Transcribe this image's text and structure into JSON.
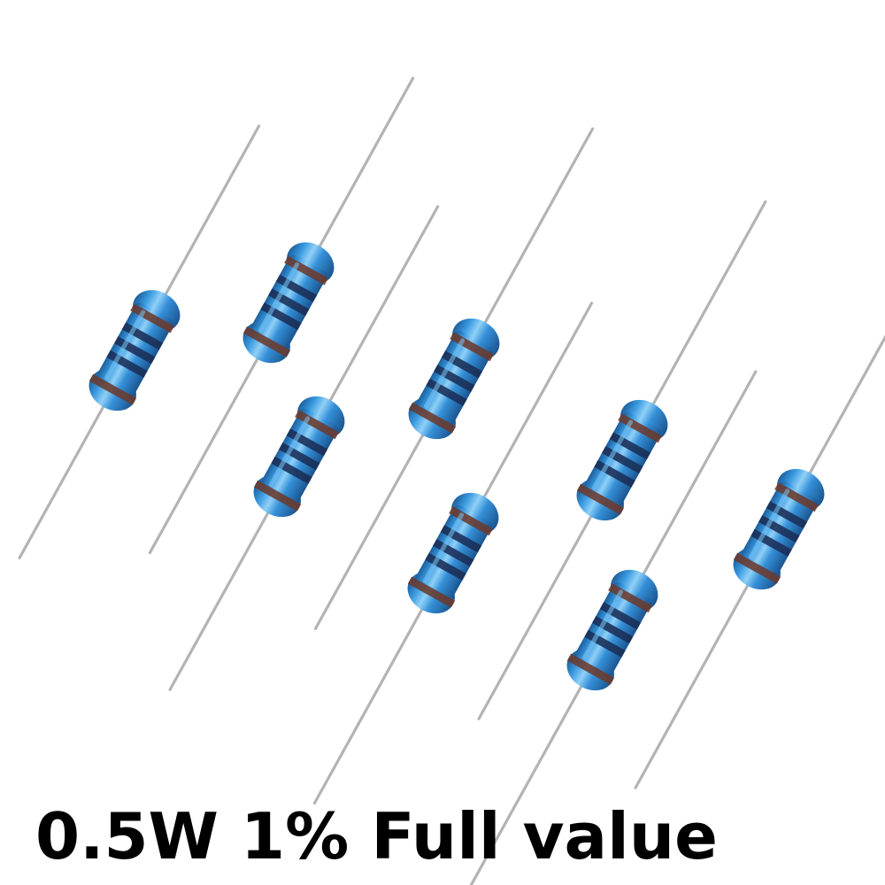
{
  "caption": "0.5W 1% Full value",
  "colors": {
    "background": "#ffffff",
    "body": "#2f8fd6",
    "body_highlight": "#7cc4f2",
    "body_shadow": "#1c5f9c",
    "lead": "#b3b3b3",
    "band_dark": "#1a2e55",
    "band_brown": "#6b3a2e"
  },
  "resistors": [
    {
      "name": "resistor-1"
    },
    {
      "name": "resistor-2"
    },
    {
      "name": "resistor-3"
    },
    {
      "name": "resistor-4"
    },
    {
      "name": "resistor-5"
    },
    {
      "name": "resistor-6"
    },
    {
      "name": "resistor-7"
    },
    {
      "name": "resistor-8"
    }
  ]
}
